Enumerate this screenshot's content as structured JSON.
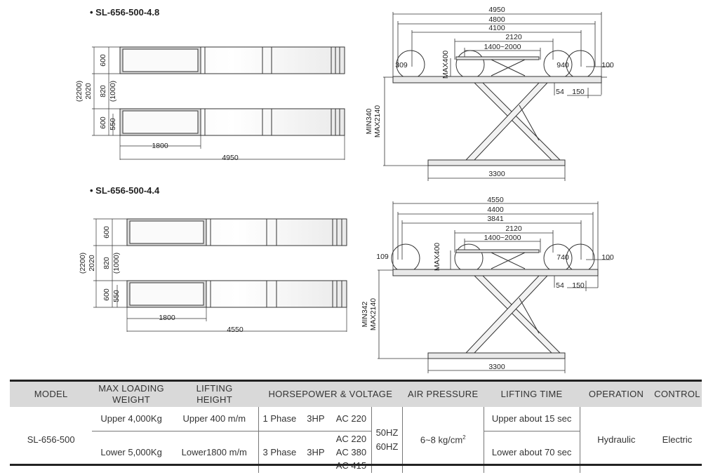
{
  "models": [
    {
      "title": "SL-656-500-4.8",
      "top_view": {
        "upper_w": "600",
        "gap": "820",
        "gap_alt": "(1000)",
        "lower_w": "600",
        "lower_inner": "550",
        "total": "2020",
        "total_alt": "(2200)",
        "inner_len": "1800",
        "length": "4950"
      },
      "side_view": {
        "dims": [
          "4950",
          "4800",
          "4100",
          "2120",
          "1400~2000"
        ],
        "left_ext": "309",
        "right_ext": "940",
        "height_label": "MAX400",
        "right_offset": "100",
        "small_a": "54",
        "small_b": "150",
        "min_h": "MIN340",
        "max_h": "MAX2140",
        "base": "3300"
      }
    },
    {
      "title": "SL-656-500-4.4",
      "top_view": {
        "upper_w": "600",
        "gap": "820",
        "gap_alt": "(1000)",
        "lower_w": "600",
        "lower_inner": "550",
        "total": "2020",
        "total_alt": "(2200)",
        "inner_len": "1800",
        "length": "4550"
      },
      "side_view": {
        "dims": [
          "4550",
          "4400",
          "3841",
          "2120",
          "1400~2000"
        ],
        "left_ext": "109",
        "right_ext": "740",
        "height_label": "MAX400",
        "right_offset": "100",
        "small_a": "54",
        "small_b": "150",
        "min_h": "MIN342",
        "max_h": "MAX2140",
        "base": "3300"
      }
    }
  ],
  "specs": {
    "headers": {
      "model": "MODEL",
      "max_load_1": "MAX LOADING",
      "max_load_2": "WEIGHT",
      "lift_h_1": "LIFTING",
      "lift_h_2": "HEIGHT",
      "hp": "HORSEPOWER & VOLTAGE",
      "air": "AIR PRESSURE",
      "time": "LIFTING TIME",
      "operation": "OPERATION",
      "control": "CONTROL"
    },
    "model": "SL-656-500",
    "load_upper": "Upper 4,000Kg",
    "load_lower": "Lower 5,000Kg",
    "height_upper": "Upper 400 m/m",
    "height_lower": "Lower1800 m/m",
    "phase1": "1 Phase",
    "phase1_hp": "3HP",
    "phase1_v": "AC 220",
    "phase3": "3 Phase",
    "phase3_hp": "3HP",
    "phase3_v": [
      "AC 220",
      "AC 380",
      "AC 415"
    ],
    "freq": [
      "50HZ",
      "60HZ"
    ],
    "air_pressure": "6~8 kg/cm",
    "air_sup": "2",
    "time_upper": "Upper about 15 sec",
    "time_lower": "Lower about 70 sec",
    "operation": "Hydraulic",
    "control": "Electric"
  }
}
